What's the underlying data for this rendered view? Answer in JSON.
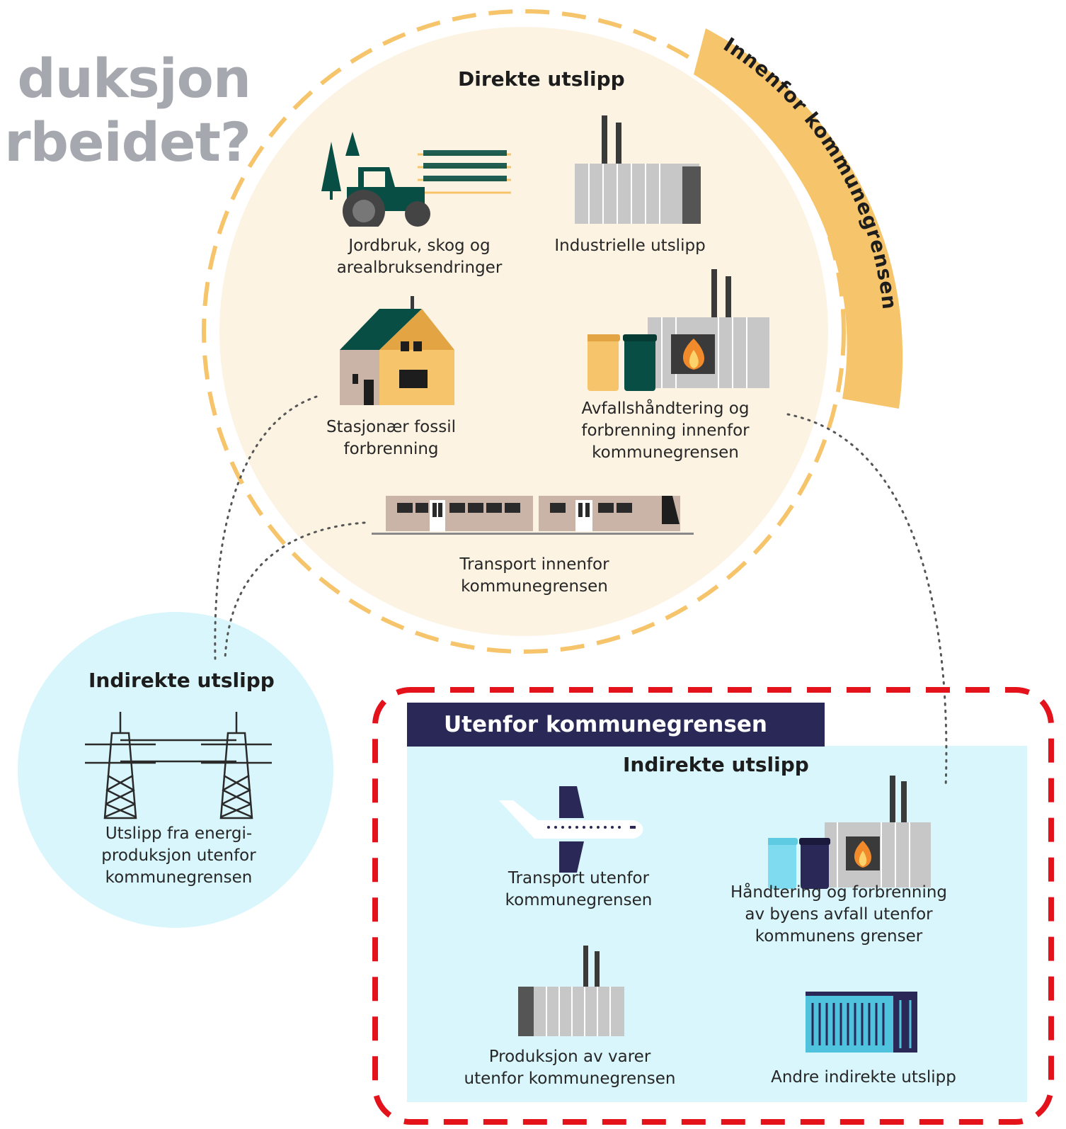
{
  "heading": {
    "line1": "duksjon",
    "line2": "rbeidet?"
  },
  "inside": {
    "ribbon_label": "Innenfor kommunegrensen",
    "title": "Direkte utslipp",
    "items": [
      {
        "icon": "tractor-icon",
        "label": "Jordbruk, skog og\narealbruksendringer"
      },
      {
        "icon": "factory-icon",
        "label": "Industrielle utslipp"
      },
      {
        "icon": "house-icon",
        "label": "Stasjonær fossil\nforbrenning"
      },
      {
        "icon": "waste-incinerator-icon",
        "label": "Avfallshåndtering og\nforbrenning innenfor\nkommunegrensen"
      },
      {
        "icon": "train-icon",
        "label": "Transport innenfor\nkommunegrensen"
      }
    ]
  },
  "energy": {
    "title": "Indirekte utslipp",
    "icon": "power-line-icon",
    "label": "Utslipp fra energi-\nproduksjon utenfor\nkommunegrensen"
  },
  "outside": {
    "band_title": "Utenfor kommunegrensen",
    "title": "Indirekte utslipp",
    "items": [
      {
        "icon": "airplane-icon",
        "label": "Transport utenfor\nkommunegrensen"
      },
      {
        "icon": "waste-incinerator-icon",
        "label": "Håndtering og forbrenning\nav byens avfall utenfor\nkommunens grenser"
      },
      {
        "icon": "factory-icon",
        "label": "Produksjon av varer\nutenfor kommunegrensen"
      },
      {
        "icon": "shipping-container-icon",
        "label": "Andre indirekte utslipp"
      }
    ]
  },
  "colors": {
    "inside_fill": "#fcf3e3",
    "ribbon": "#f6c46a",
    "indirect_fill": "#d8f6fb",
    "band": "#2a2856",
    "highlight": "#e3121b",
    "dark_green": "#084e44"
  }
}
